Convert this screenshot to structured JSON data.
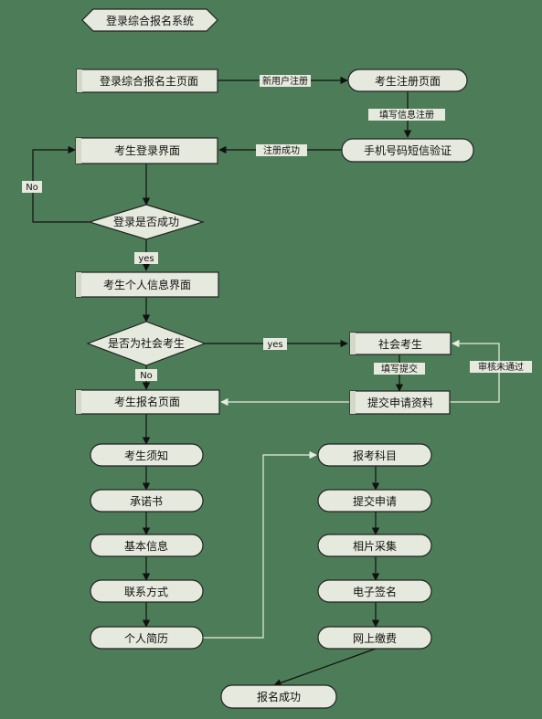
{
  "nodes": {
    "start": "登录综合报名系统",
    "main_page": "登录综合报名主页面",
    "register_page": "考生注册页面",
    "sms_verify": "手机号码短信验证",
    "login_page": "考生登录界面",
    "login_success": "登录是否成功",
    "personal_info": "考生个人信息界面",
    "is_social": "是否为社会考生",
    "social_candidate": "社会考生",
    "signup_page": "考生报名页面",
    "submit_materials": "提交申请资料",
    "notice": "考生须知",
    "commitment": "承诺书",
    "basic_info": "基本信息",
    "contact": "联系方式",
    "resume": "个人简历",
    "subjects": "报考科目",
    "submit_apply": "提交申请",
    "photo": "相片采集",
    "esign": "电子签名",
    "payment": "网上缴费",
    "done": "报名成功"
  },
  "edge_labels": {
    "to_register": "新用户注册",
    "to_sms": "填写信息注册",
    "back_to_login": "注册成功",
    "no_login": "No",
    "yes_login": "yes",
    "yes_social": "yes",
    "no_social": "No",
    "fill_submit": "填写提交",
    "review_fail": "审核未通过"
  }
}
